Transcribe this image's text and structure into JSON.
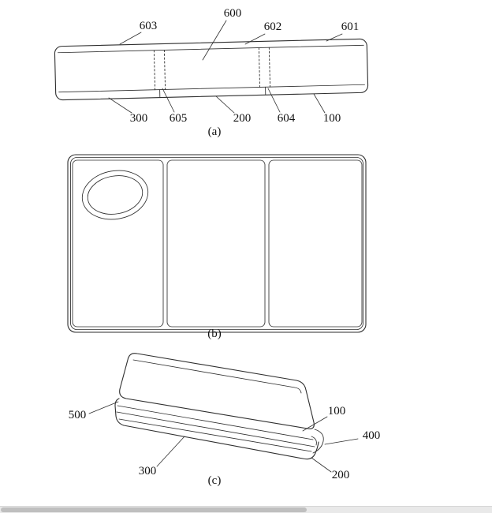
{
  "page": {
    "background": "#ffffff"
  },
  "colors": {
    "line": "#2e2e2e",
    "label_text": "#111111",
    "scrollbar_track": "#e9e9e9",
    "scrollbar_thumb": "#bfbfbf"
  },
  "figures": {
    "a": {
      "caption": "(a)",
      "labels": {
        "l600": "600",
        "l603": "603",
        "l602": "602",
        "l601": "601",
        "l300": "300",
        "l605": "605",
        "l200": "200",
        "l604": "604",
        "l100": "100"
      }
    },
    "b": {
      "caption": "(b)"
    },
    "c": {
      "caption": "(c)",
      "labels": {
        "l500": "500",
        "l100": "100",
        "l400": "400",
        "l300": "300",
        "l200": "200"
      }
    }
  }
}
